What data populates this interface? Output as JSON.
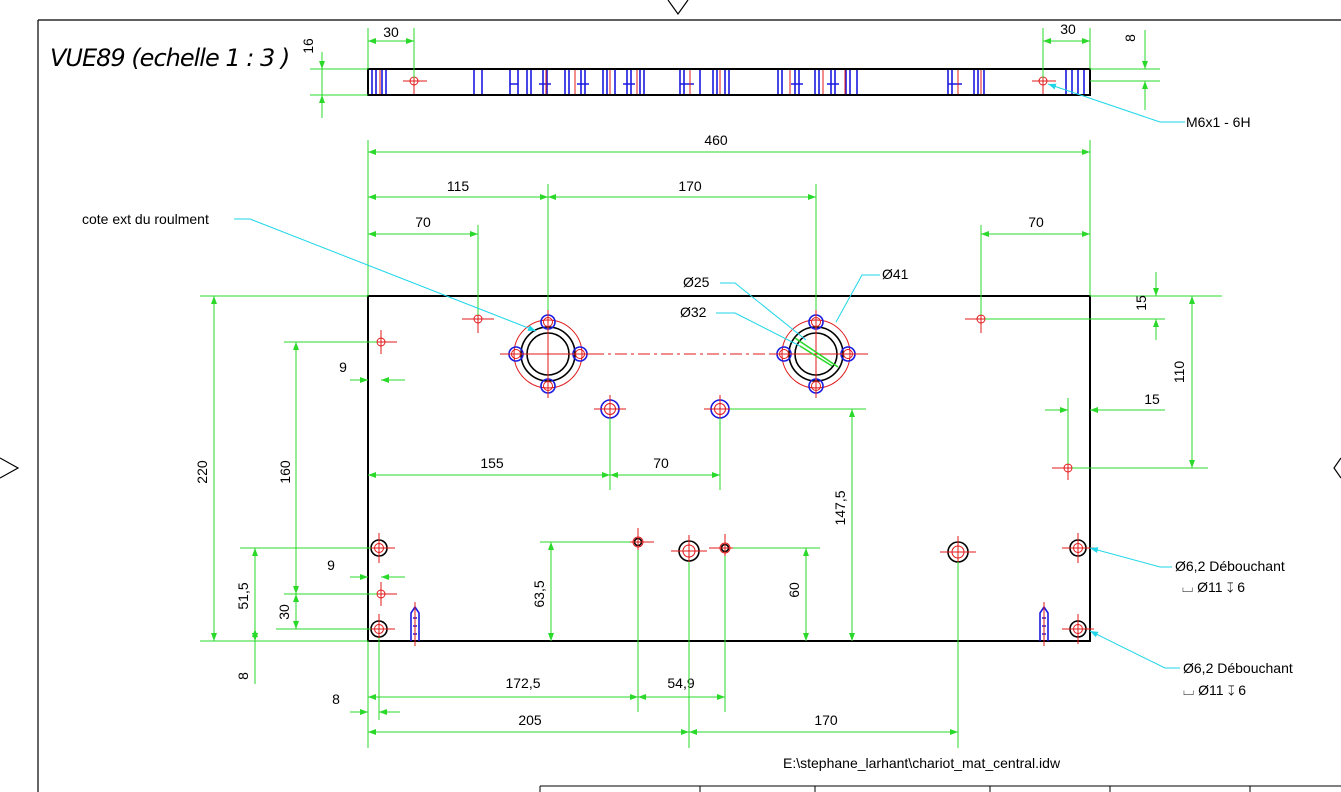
{
  "view_title": "VUE89 (echelle 1 : 3 )",
  "file_path": "E:\\stephane_larhant\\chariot_mat_central.idw",
  "annotations": {
    "bearing_note": "cote ext du roulment",
    "thread_note": "M6x1 - 6H",
    "dia25": "Ø25",
    "dia32": "Ø32",
    "dia41": "Ø41",
    "hole_note_1_line1": "Ø6,2 Débouchant",
    "hole_note_1_line2": "⌴ Ø11 ↧ 6",
    "hole_note_2_line1": "Ø6,2 Débouchant",
    "hole_note_2_line2": "⌴ Ø11 ↧ 6"
  },
  "dimensions": {
    "top_16": "16",
    "top_30_left": "30",
    "top_30_right": "30",
    "top_8": "8",
    "overall_460": "460",
    "d115": "115",
    "d170_top": "170",
    "d70_left": "70",
    "d70_right": "70",
    "d15_top": "15",
    "d110": "110",
    "d15_right": "15",
    "d9_top": "9",
    "d220": "220",
    "d160": "160",
    "d155": "155",
    "d70_mid": "70",
    "d147_5": "147,5",
    "d9_bottom": "9",
    "d51_5": "51,5",
    "d30_left": "30",
    "d63_5": "63,5",
    "d60": "60",
    "d8_left": "8",
    "d172_5": "172,5",
    "d54_9": "54,9",
    "d8_bottom": "8",
    "d205": "205",
    "d170_bottom": "170"
  },
  "colors": {
    "dimension": "#2ad92a",
    "leader": "#1fd6e8",
    "outline": "#000000",
    "hole_red": "#e11919",
    "thread_blue": "#1a1ae0"
  }
}
